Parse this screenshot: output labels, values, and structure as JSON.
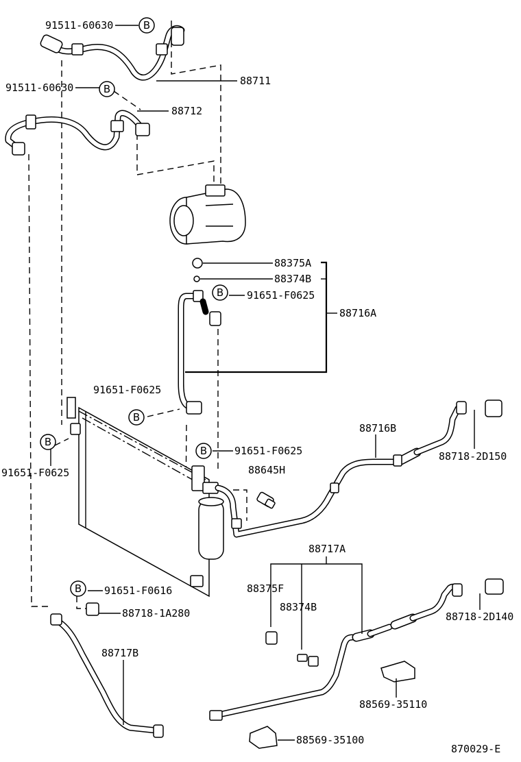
{
  "labels": {
    "p91511_top": "91511-60630",
    "p88711": "88711",
    "p91511_2": "91511-60630",
    "p88712": "88712",
    "p88375A": "88375A",
    "p88374B_top": "88374B",
    "p91651_f0625_a": "91651-F0625",
    "p88716A": "88716A",
    "p91651_f0625_b": "91651-F0625",
    "p88716B": "88716B",
    "p88718_2D150": "88718-2D150",
    "p91651_f0625_c": "91651-F0625",
    "p91651_f0625_d": "91651-F0625",
    "p88645H": "88645H",
    "p88717A": "88717A",
    "p88375F": "88375F",
    "p88374B_bot": "88374B",
    "p88718_2D140": "88718-2D140",
    "p91651_f0616": "91651-F0616",
    "p88718_1A280": "88718-1A280",
    "p88717B": "88717B",
    "p88569_a": "88569-35110",
    "p88569_b": "88569-35100",
    "diagram_id": "870029-E"
  },
  "bolt_marker": "B"
}
